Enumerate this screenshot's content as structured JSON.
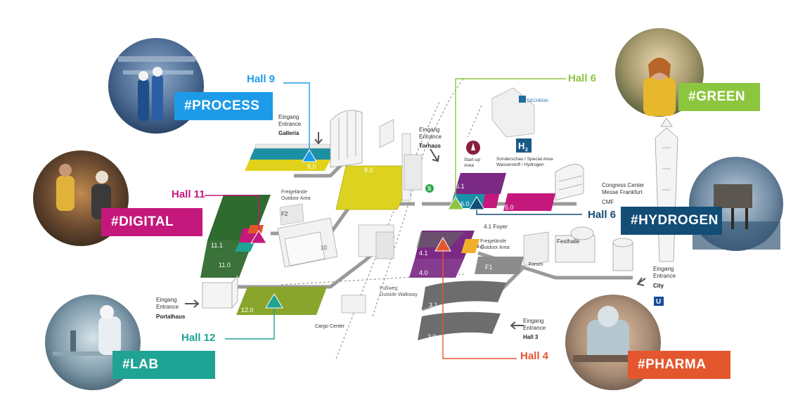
{
  "categories": [
    {
      "tag": "#PROCESS",
      "hall": "Hall 9",
      "color": "#1e9be8"
    },
    {
      "tag": "#DIGITAL",
      "hall": "Hall 11",
      "color": "#c4187c"
    },
    {
      "tag": "#LAB",
      "hall": "Hall 12",
      "color": "#1ea394"
    },
    {
      "tag": "#GREEN",
      "hall": "Hall 6",
      "color": "#8cc63e"
    },
    {
      "tag": "#HYDROGEN",
      "hall": "Hall 6",
      "color": "#124d76"
    },
    {
      "tag": "#PHARMA",
      "hall": "Hall 4",
      "color": "#e4572e"
    }
  ],
  "halls": {
    "h9": "9.0",
    "h8": "8.0",
    "h11_1": "11.1",
    "h11_0": "11.0",
    "h12": "12.0",
    "h10": "10",
    "hF2": "F2",
    "h6_1": "6.1",
    "h6_0": "6.0",
    "h5": "5.0",
    "h4_1": "4.1",
    "h4_0": "4.0",
    "h4c": "4.C",
    "hF1": "F1",
    "h3_1": "3.1",
    "h3_0": "3.0"
  },
  "labels": {
    "entrance_galleria": [
      "Eingang",
      "Entrance",
      "Galleria"
    ],
    "entrance_torhaus": [
      "Eingang",
      "Entrance",
      "Torhaus"
    ],
    "entrance_portalhaus": [
      "Eingang",
      "Entrance",
      "Portalhaus"
    ],
    "entrance_hall3": [
      "Eingang",
      "Entrance",
      "Hall 3"
    ],
    "entrance_city": [
      "Eingang",
      "Entrance",
      "City"
    ],
    "outdoor_west": [
      "Freigelände",
      "Outdoor Area"
    ],
    "outdoor_east": [
      "Freigelände",
      "Outdoor Area"
    ],
    "walkway": [
      "Fußweg",
      "Outside Walkway"
    ],
    "cargo": "Cargo Center",
    "foyer": "4.1 Foyer",
    "congress": [
      "Congress Center",
      "Messe Frankfurt"
    ],
    "cmf": "CMF",
    "forum": "Forum",
    "festhalle": "Festhalle",
    "startup": [
      "Start-up",
      "Area"
    ],
    "special": [
      "Sonderschau / Special Area",
      "Wasserstoff / Hydrogen"
    ],
    "h2_icon": "H",
    "h2_sub": "2",
    "dechema": "DECHEMA",
    "sbahn": "S",
    "ubahn": "U"
  }
}
